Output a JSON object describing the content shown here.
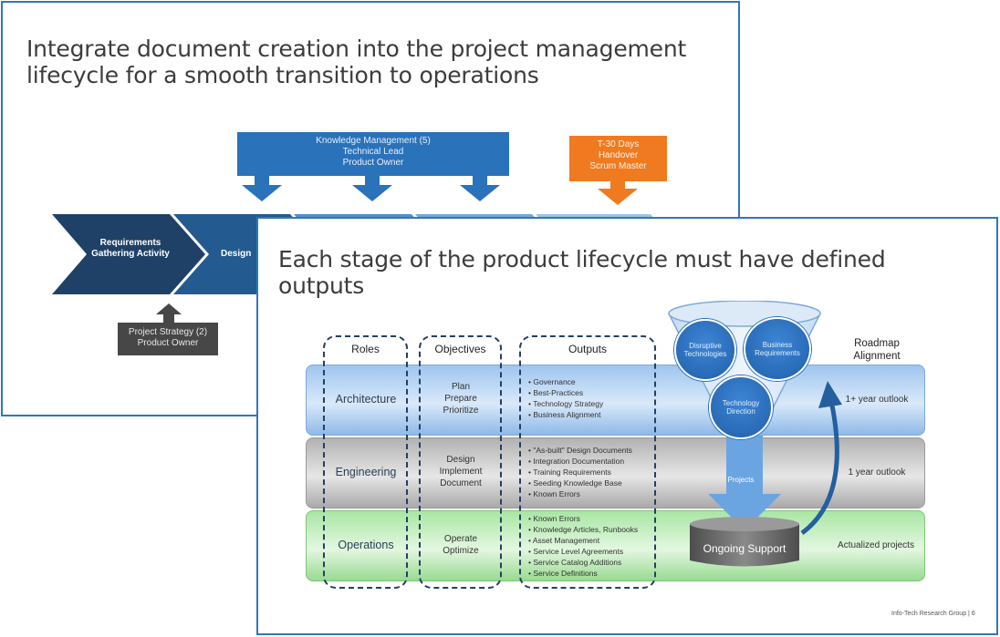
{
  "slide_back": {
    "title": "Integrate document creation into the project management lifecycle for a smooth transition to operations",
    "knowledge_box": {
      "line1": "Knowledge Management (5)",
      "line2": "Technical Lead",
      "line3": "Product Owner"
    },
    "handover_box": {
      "line1": "T-30 Days",
      "line2": "Handover",
      "line3": "Scrum Master"
    },
    "chevrons": [
      {
        "label": "Requirements Gathering Activity"
      },
      {
        "label": "Design"
      }
    ],
    "project_box": {
      "line1": "Project Strategy (2)",
      "line2": "Product Owner"
    },
    "colors": {
      "border": "#2f78b9",
      "blue": "#2a72ba",
      "navy": "#1f4167",
      "orange": "#f07a20",
      "dark": "#474747"
    }
  },
  "slide_front": {
    "title": "Each stage of the product lifecycle must have defined outputs",
    "columns": {
      "roles": "Roles",
      "objectives": "Objectives",
      "outputs": "Outputs",
      "roadmap": "Roadmap Alignment"
    },
    "rows": [
      {
        "role": "Architecture",
        "objectives": [
          "Plan",
          "Prepare",
          "Prioritize"
        ],
        "outputs": [
          "Governance",
          "Best-Practices",
          "Technology Strategy",
          "Business Alignment"
        ],
        "outlook": "1+ year outlook"
      },
      {
        "role": "Engineering",
        "objectives": [
          "Design",
          "Implement",
          "Document"
        ],
        "outputs": [
          "\"As-built\" Design Documents",
          "Integration Documentation",
          "Training Requirements",
          "Seeding Knowledge Base",
          "Known Errors"
        ],
        "outlook": "1 year outlook"
      },
      {
        "role": "Operations",
        "objectives": [
          "Operate",
          "Optimize"
        ],
        "outputs": [
          "Known Errors",
          "Knowledge Articles, Runbooks",
          "Asset Management",
          "Service Level Agreements",
          "Service Catalog Additions",
          "Service Definitions"
        ],
        "outlook": "Actualized projects"
      }
    ],
    "funnel": {
      "circle1": "Disruptive Technologies",
      "circle2": "Business Requirements",
      "circle3": "Technology Direction",
      "arrow_label": "Projects",
      "cylinder_label": "Ongoing Support"
    },
    "footer": "Info-Tech Research Group  |  6",
    "colors": {
      "border": "#2f78b9",
      "band_blue": "#bcd7f4",
      "band_grey": "#d0d0d0",
      "band_green": "#c6efc1",
      "dash": "#243f63",
      "circle": "#2a6fb9"
    }
  }
}
